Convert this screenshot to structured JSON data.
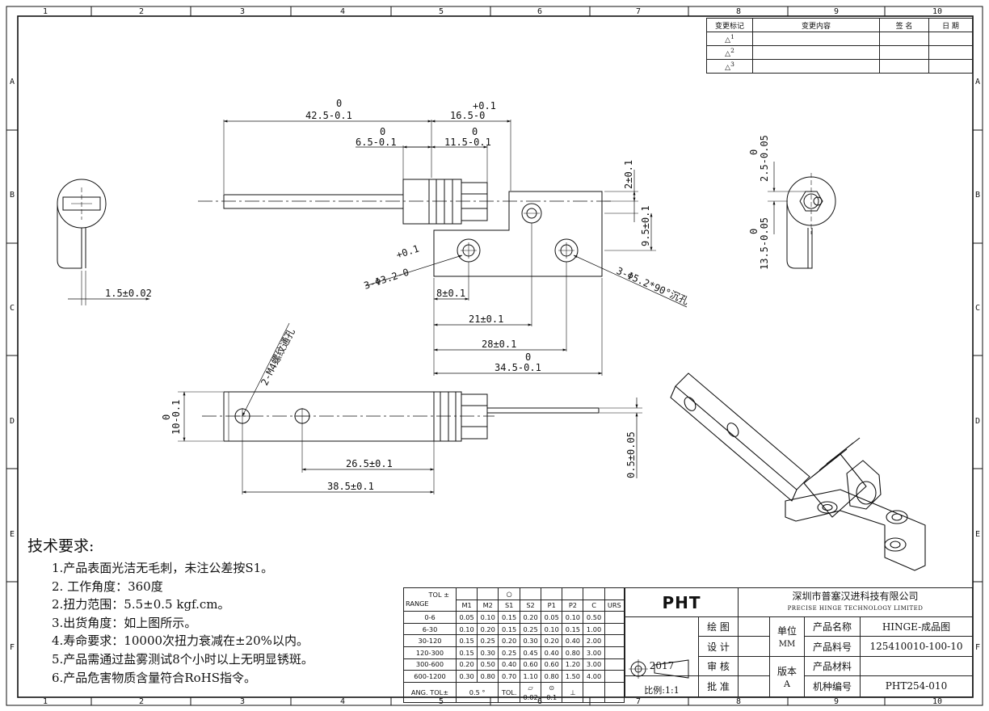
{
  "border": {
    "columns": [
      "1",
      "2",
      "3",
      "4",
      "5",
      "6",
      "7",
      "8",
      "9",
      "10"
    ],
    "rows": [
      "A",
      "B",
      "C",
      "D",
      "E",
      "F"
    ]
  },
  "revision_table": {
    "headers": [
      "变更标记",
      "变更内容",
      "签 名",
      "日 期"
    ],
    "marks": [
      "1",
      "2",
      "3"
    ]
  },
  "dimensions": {
    "top_42_5": "42.5-0.1",
    "top_42_5_sup": "0",
    "top_16_5": "16.5-0",
    "top_16_5_sup": "+0.1",
    "top_6_5": "6.5-0.1",
    "top_6_5_sup": "0",
    "top_11_5": "11.5-0.1",
    "top_11_5_sup": "0",
    "top_2": "2±0.1",
    "top_9_5": "9.5±0.1",
    "hole_small": "3-Φ3.2-0",
    "hole_small_sup": "+0.1",
    "hole_csk": "3-Φ5.2*90°沉孔",
    "d8": "8±0.1",
    "d21": "21±0.1",
    "d28": "28±0.1",
    "d34_5": "34.5-0.1",
    "d34_5_sup": "0",
    "side_2_5": "2.5-0.05",
    "side_2_5_sup": "0",
    "side_13_5": "13.5-0.05",
    "side_13_5_sup": "0",
    "left_1_5": "1.5±0.02",
    "bot_m4": "2-M4螺纹通孔",
    "bot_10": "10-0.1",
    "bot_10_sup": "0",
    "bot_26_5": "26.5±0.1",
    "bot_38_5": "38.5±0.1",
    "bot_0_5": "0.5±0.05"
  },
  "tech_requirements": {
    "title": "技术要求:",
    "lines": [
      "1.产品表面光洁无毛刺，未注公差按S1。",
      "2. 工作角度：360度",
      "2.扭力范围：5.5±0.5 kgf.cm。",
      "3.出货角度：如上图所示。",
      "4.寿命要求：10000次扭力衰减在±20%以内。",
      "5.产品需通过盐雾测试8个小时以上无明显锈斑。",
      "6.产品危害物质含量符合RoHS指令。"
    ]
  },
  "tolerance_table": {
    "corner_top": "TOL ±",
    "corner_bottom": "RANGE",
    "headers": [
      "M1",
      "M2",
      "S1",
      "S2",
      "P1",
      "P2",
      "C",
      "URS"
    ],
    "rows": [
      [
        "0-6",
        "0.05",
        "0.10",
        "0.15",
        "0.20",
        "0.05",
        "0.10",
        "0.50",
        ""
      ],
      [
        "6-30",
        "0.10",
        "0.20",
        "0.15",
        "0.25",
        "0.10",
        "0.15",
        "1.00",
        ""
      ],
      [
        "30-120",
        "0.15",
        "0.25",
        "0.20",
        "0.30",
        "0.20",
        "0.40",
        "2.00",
        ""
      ],
      [
        "120-300",
        "0.15",
        "0.30",
        "0.25",
        "0.45",
        "0.40",
        "0.80",
        "3.00",
        ""
      ],
      [
        "300-600",
        "0.20",
        "0.50",
        "0.40",
        "0.60",
        "0.60",
        "1.20",
        "3.00",
        ""
      ],
      [
        "600-1200",
        "0.30",
        "0.80",
        "0.70",
        "1.10",
        "0.80",
        "1.50",
        "4.00",
        ""
      ]
    ],
    "ang_label": "ANG. TOL±",
    "ang_value": "0.5 °",
    "tol_label": "TOL.",
    "flatness": "0.02",
    "position": "0.1",
    "perp": "⊥"
  },
  "title_block": {
    "logo": "PHT",
    "company_cn": "深圳市普塞汉进科技有限公司",
    "company_en": "PRECISE HINGE TECHNOLOGY LIMITED",
    "year": "2017",
    "scale": "比例:1:1",
    "draw": "绘 图",
    "design": "设 计",
    "check": "审 核",
    "approve": "批 准",
    "unit_label": "单位",
    "unit_value": "MM",
    "rev_label": "版本",
    "rev_value": "A",
    "name_label": "产品名称",
    "name_value": "HINGE-成品图",
    "part_label": "产品料号",
    "part_value": "125410010-100-10",
    "material_label": "产品材料",
    "material_value": "",
    "model_label": "机种编号",
    "model_value": "PHT254-010"
  }
}
